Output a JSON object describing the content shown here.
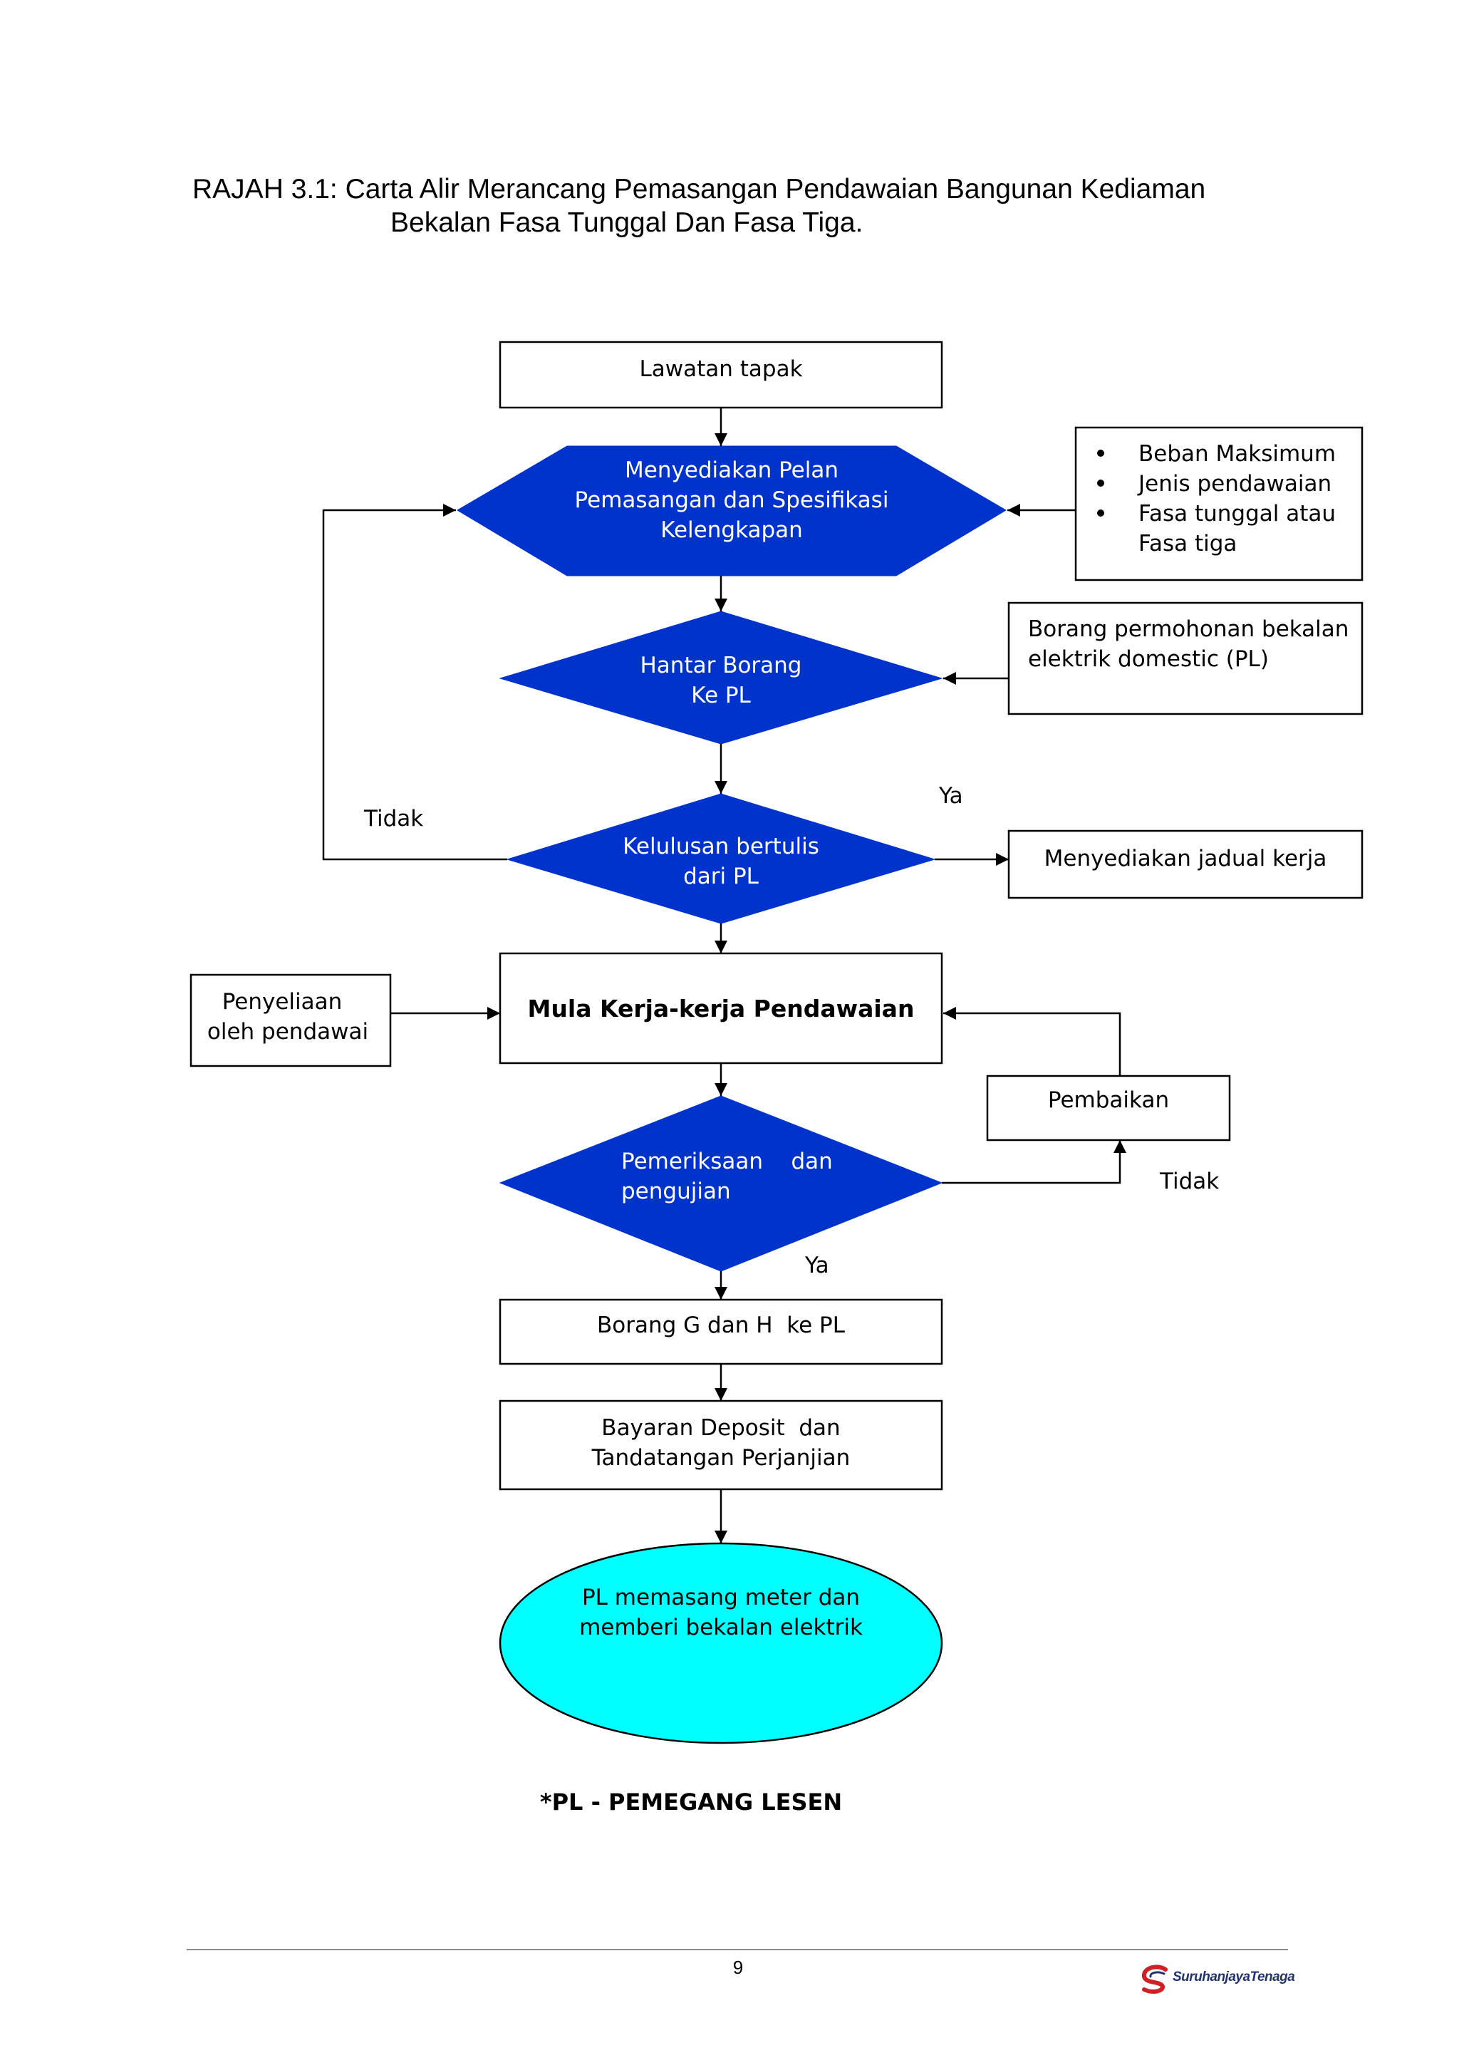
{
  "title": {
    "line1": "RAJAH 3.1: Carta Alir Merancang Pemasangan Pendawaian Bangunan Kediaman",
    "line2": "Bekalan Fasa Tunggal Dan Fasa Tiga."
  },
  "colors": {
    "decision_fill": "#0033cc",
    "terminal_fill": "#00ffff",
    "line": "#000000",
    "shape_text_on_blue": "#ffffff"
  },
  "nodes": {
    "lawatan_tapak": "Lawatan tapak",
    "menyediakan_pelan": [
      "Menyediakan  Pelan",
      "Pemasangan dan Spesifikasi",
      "Kelengkapan"
    ],
    "notes_list": [
      "Beban Maksimum",
      "Jenis pendawaian",
      "Fasa tunggal atau",
      "Fasa tiga"
    ],
    "borang_permohonan": [
      "Borang permohonan bekalan",
      "elektrik domestic (PL)"
    ],
    "hantar_borang": [
      "Hantar Borang",
      "Ke PL"
    ],
    "kelulusan": [
      "Kelulusan bertulis",
      "dari PL"
    ],
    "jadual_kerja": "Menyediakan jadual kerja",
    "penyeliaan": [
      "Penyeliaan",
      "oleh pendawai"
    ],
    "mula_kerja": "Mula Kerja-kerja Pendawaian",
    "pembaikan": "Pembaikan",
    "pemeriksaan": [
      "Pemeriksaan    dan",
      "pengujian"
    ],
    "borang_g_h": "Borang G dan H  ke PL",
    "bayaran": [
      "Bayaran Deposit  dan",
      "Tandatangan Perjanjian"
    ],
    "pl_memasang": [
      "PL memasang meter dan",
      "memberi bekalan elektrik"
    ]
  },
  "edge_labels": {
    "tidak_1": "Tidak",
    "ya_1": "Ya",
    "tidak_2": "Tidak",
    "ya_2": "Ya"
  },
  "footnote": "*PL - PEMEGANG LESEN",
  "page_number": "9",
  "logo": {
    "text": "SuruhanjayaTenaga",
    "icon": "swoosh-logo-icon",
    "color": "#24336b",
    "accent": "#d21f26"
  }
}
